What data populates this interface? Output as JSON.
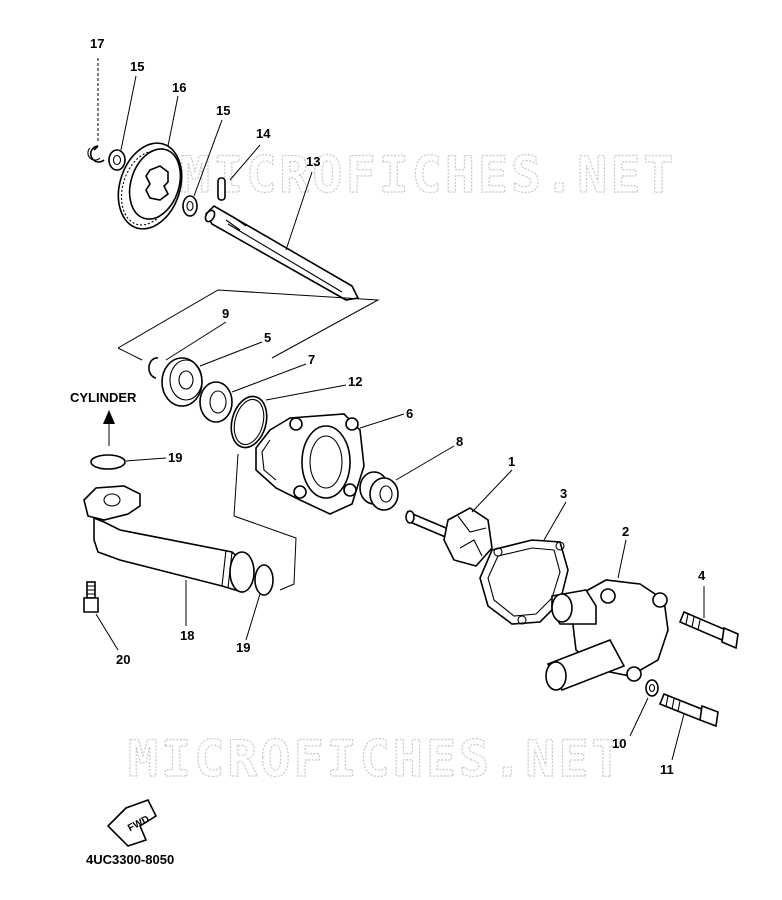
{
  "watermark": {
    "text": "MICROFICHES.NET"
  },
  "diagram_code": "4UC3300-8050",
  "fwd_arrow_label": "FWD",
  "labels": {
    "cylinder": "CYLINDER"
  },
  "callouts": {
    "c1": "1",
    "c2": "2",
    "c3": "3",
    "c4": "4",
    "c5": "5",
    "c6": "6",
    "c7": "7",
    "c8": "8",
    "c9": "9",
    "c10": "10",
    "c11": "11",
    "c12": "12",
    "c13": "13",
    "c14": "14",
    "c15a": "15",
    "c15b": "15",
    "c16": "16",
    "c17": "17",
    "c18": "18",
    "c19a": "19",
    "c19b": "19",
    "c20": "20"
  }
}
